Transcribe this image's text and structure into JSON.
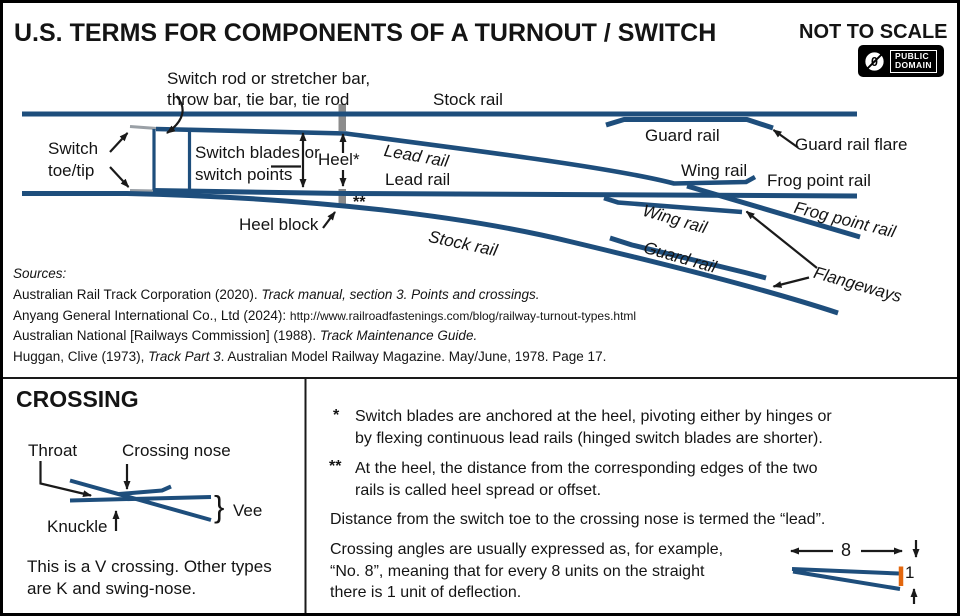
{
  "header": {
    "title": "U.S. TERMS FOR COMPONENTS OF A TURNOUT / SWITCH",
    "scale_note": "NOT TO SCALE"
  },
  "badge": {
    "zero": "0",
    "line1": "PUBLIC",
    "line2": "DOMAIN"
  },
  "colors": {
    "rail_blue": "#1e4e7c",
    "heel_gray": "#8c8c8c",
    "flangeway_orange": "#e3670e"
  },
  "turnout": {
    "labels": {
      "switch_rod_l1": "Switch rod or stretcher bar,",
      "switch_rod_l2": "throw bar, tie bar, tie rod",
      "stock_rail_top": "Stock rail",
      "switch_toe_l1": "Switch",
      "switch_toe_l2": "toe/tip",
      "switch_blades_l1": "Switch blades or",
      "switch_blades_l2": "switch points",
      "heel": "Heel*",
      "heel_stars": "**",
      "heel_block": "Heel block",
      "lead_rail_diverging": "Lead rail",
      "lead_rail_straight": "Lead rail",
      "stock_rail_bottom": "Stock rail",
      "guard_rail_top": "Guard rail",
      "guard_rail_flare": "Guard rail flare",
      "wing_rail_top": "Wing rail",
      "frog_point_rail_top": "Frog point rail",
      "wing_rail_bottom": "Wing rail",
      "frog_point_rail_bottom": "Frog point rail",
      "guard_rail_bottom": "Guard rail",
      "flangeways": "Flangeways"
    }
  },
  "sources": {
    "s1": "Sources:",
    "s2_a": "Australian Rail Track Corporation (2020). ",
    "s2_b": "Track manual, section 3. Points and crossings.",
    "s3_a": "Anyang General International Co., Ltd (2024): ",
    "s3_b": "http://www.railroadfastenings.com/blog/railway-turnout-types.html",
    "s4_a": "Australian National [Railways Commission] (1988). ",
    "s4_b": "Track Maintenance Guide.",
    "s5_a": "Huggan, Clive (1973), ",
    "s5_b": "Track Part 3",
    "s5_c": ". Australian Model Railway Magazine. May/June, 1978. Page 17."
  },
  "crossing": {
    "heading": "CROSSING",
    "throat": "Throat",
    "nose": "Crossing nose",
    "knuckle": "Knuckle",
    "brace": "}",
    "vee": "Vee",
    "caption_l1": "This is a V crossing. Other types",
    "caption_l2": "are K and swing-nose."
  },
  "notes": {
    "n1_marker": "*",
    "n1_l1": "Switch blades are anchored at the heel, pivoting either by hinges or",
    "n1_l2": "by flexing continuous lead rails (hinged switch blades are shorter).",
    "n2_marker": "**",
    "n2_l1": "At the heel, the distance from the corresponding edges of the two",
    "n2_l2": "rails is called heel spread or offset.",
    "n3": "Distance from the switch toe to the crossing nose is termed the “lead”.",
    "n4_l1": "Crossing angles are usually expressed as, for example,",
    "n4_l2": "“No. 8”, meaning that for every 8 units on the straight",
    "n4_l3": "there is 1 unit of deflection."
  },
  "angle_diagram": {
    "straight_units": "8",
    "deflection_units": "1"
  }
}
